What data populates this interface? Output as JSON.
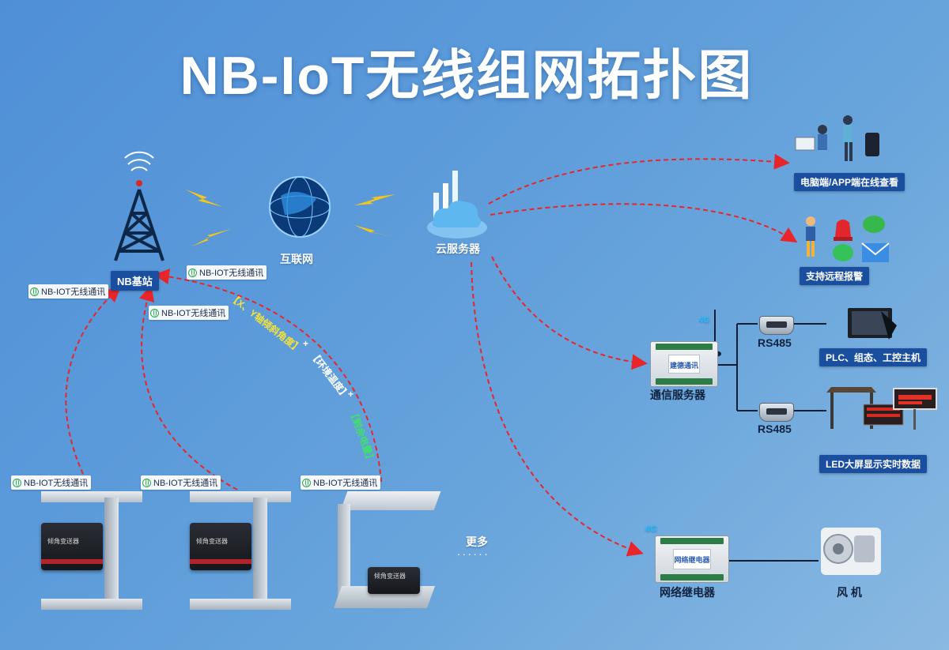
{
  "title": "NB-IoT无线组网拓扑图",
  "nodes": {
    "base_station": "NB基站",
    "internet": "互联网",
    "cloud": "云服务器",
    "pc_app": "电脑端/APP端在线查看",
    "alarm": "支持远程报警",
    "comm_server": "通信服务器",
    "rs485_top": "RS485",
    "rs485_bottom": "RS485",
    "plc": "PLC、组态、工控主机",
    "led": "LED大屏显示实时数据",
    "relay": "网络继电器",
    "fan": "风 机",
    "more": "更多"
  },
  "tags": {
    "nb_left": "NB-IOT无线通讯",
    "nb_right": "NB-IOT无线通讯",
    "nb_mid": "NB-IOT无线通讯",
    "sensor1": "NB-IOT无线通讯",
    "sensor2": "NB-IOT无线通讯",
    "sensor3": "NB-IOT无线通讯"
  },
  "arc_labels": {
    "xy": "【X、Y轴倾斜角度】",
    "env": "【环境温度】",
    "battery": "【剩余电量】",
    "plus1": "+",
    "plus2": "+"
  },
  "device_text": {
    "sensor_name": "倾角变送器",
    "comm_brand": "建德通讯",
    "relay_brand": "网络继电器",
    "badge_4g": "4G"
  },
  "colors": {
    "link": "#e8262a",
    "label_box": "#1a4fa0",
    "xy_label": "#f3e23a",
    "env_label": "#ffffff",
    "battery_label": "#3fe06a"
  }
}
